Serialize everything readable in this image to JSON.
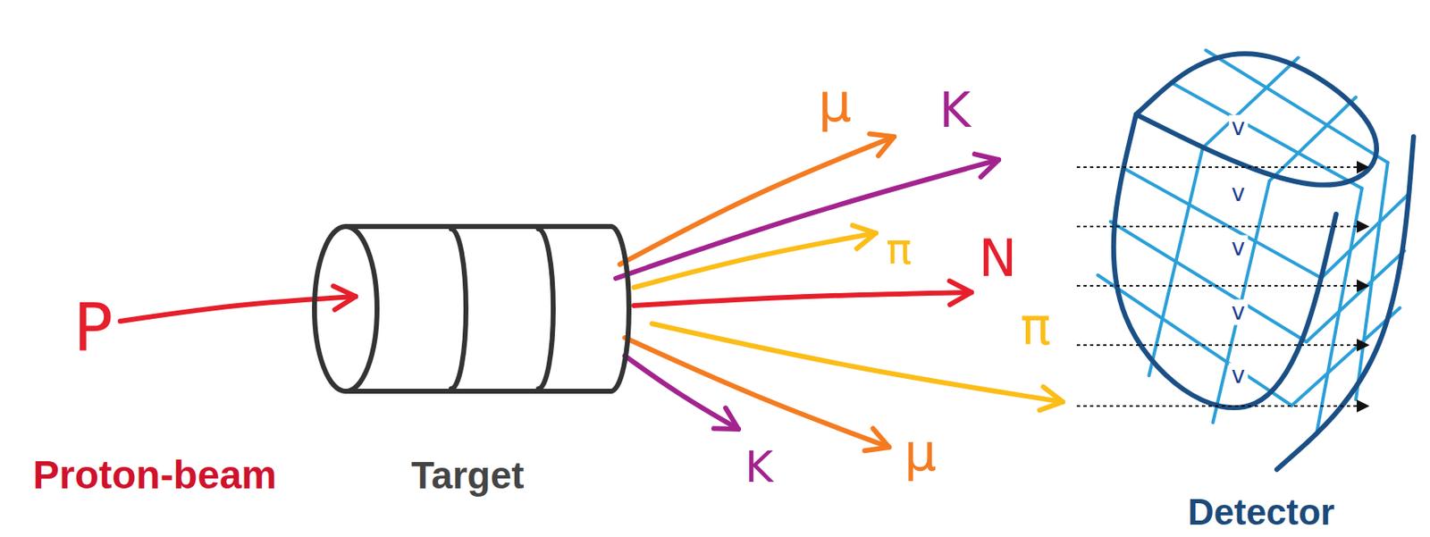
{
  "diagram": {
    "nodes": [
      {
        "text": [
          "Target"
        ]
      },
      {
        "text": [
          "v",
          "v",
          "v",
          "v",
          "v",
          "Detector"
        ]
      }
    ],
    "labels": [
      "P",
      "μ",
      "K",
      "π",
      "N",
      "π",
      "K",
      "μ",
      "Proton-beam"
    ]
  }
}
